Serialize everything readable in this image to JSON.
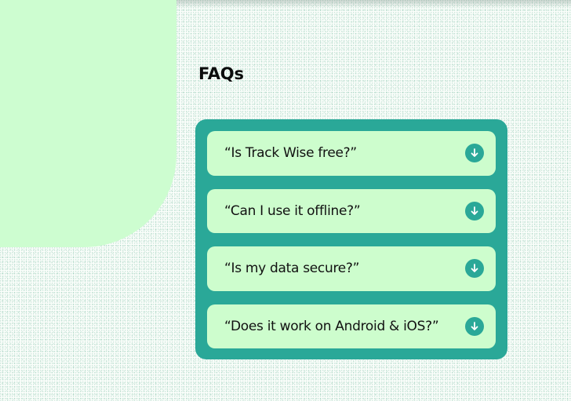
{
  "section": {
    "title": "FAQs"
  },
  "faqs": [
    {
      "question": "“Is Track Wise free?”",
      "icon": "arrow-down-circle-icon"
    },
    {
      "question": "“Can I use it offline?”",
      "icon": "arrow-down-circle-icon"
    },
    {
      "question": "“Is my data secure?”",
      "icon": "arrow-down-circle-icon"
    },
    {
      "question": "“Does it work on Android & iOS?”",
      "icon": "arrow-down-circle-icon"
    }
  ],
  "colors": {
    "accent": "#2aa898",
    "item_background": "#cdfdcd",
    "blob": "#cdfdd0",
    "text": "#111111"
  }
}
